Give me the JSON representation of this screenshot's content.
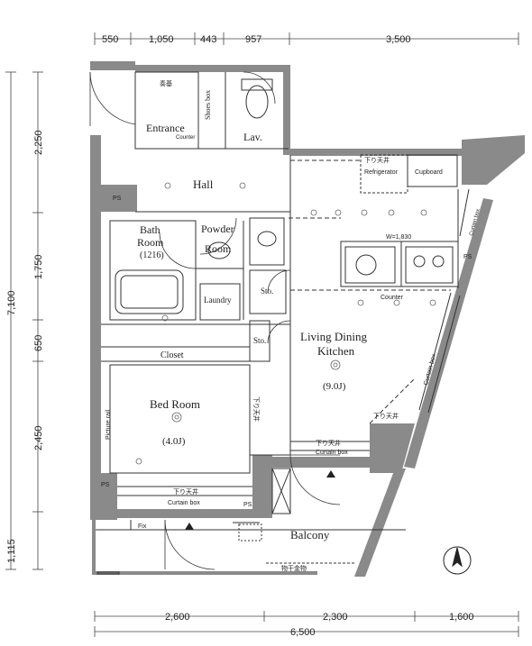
{
  "top_dimensions": [
    "550",
    "1,050",
    "443",
    "957",
    "3,500"
  ],
  "left_dimensions": [
    "7,100",
    "2,250",
    "1,750",
    "650",
    "2,450",
    "1,115"
  ],
  "bottom_dimensions": [
    "2,600",
    "2,300",
    "1,600",
    "6,500"
  ],
  "rooms": {
    "entrance": "Entrance",
    "shoes_box": "Shoes box",
    "lav": "Lav.",
    "hall": "Hall",
    "bath_room_line1": "Bath",
    "bath_room_line2": "Room",
    "bath_room_size": "(1216)",
    "powder_room_line1": "Powder",
    "powder_room_line2": "Room",
    "laundry": "Laundry",
    "sto_1": "Sto.",
    "sto_2": "Sto.",
    "closet": "Closet",
    "bed_room": "Bed Room",
    "bed_room_size": "(4.0J)",
    "ldk_line1": "Living Dining",
    "ldk_line2": "Kitchen",
    "ldk_size": "(9.0J)",
    "balcony": "Balcony"
  },
  "fixtures": {
    "counter_entrance": "Counter",
    "counter_kitchen": "Counter",
    "refrigerator": "Refrigerator",
    "cupboard": "Cupboard",
    "kitchen_width": "W=1,830",
    "curtain_box_bed": "Curtain box",
    "curtain_box_ldk": "Curtain box",
    "curtain_box_side_right": "Curtain box",
    "curtain_box_side_top": "Curtain box",
    "picture_rail": "Picture rail",
    "fix": "Fix",
    "ps_1": "PS",
    "ps_2": "PS",
    "ps_3": "PS",
    "ps_4": "PS",
    "sagari_1": "下り天井",
    "sagari_2": "下り天井",
    "sagari_3": "下り天井",
    "sagari_4": "下り天井",
    "sagari_5": "下り天井",
    "monohoshi": "物干金物",
    "junk_top": "奏基"
  },
  "colors": {
    "wall": "#8a8a8a",
    "line": "#333333",
    "dim_line": "#444444"
  }
}
